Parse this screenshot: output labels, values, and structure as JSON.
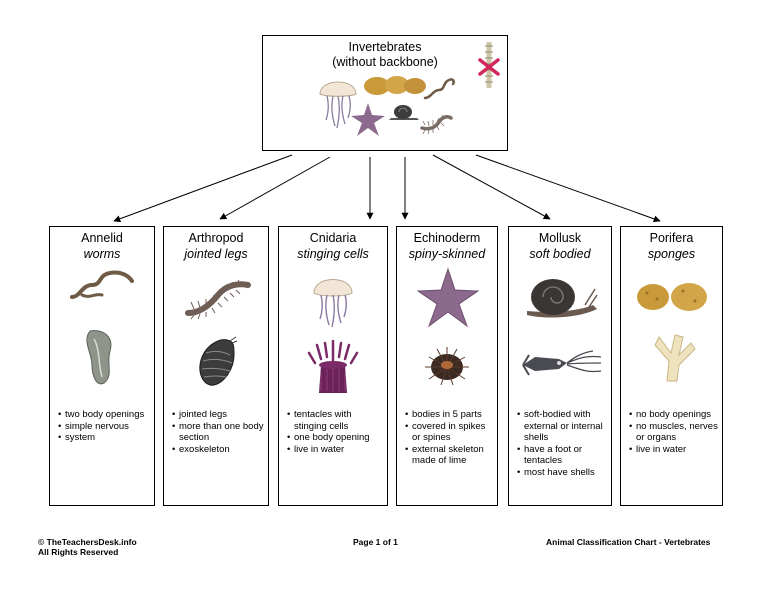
{
  "top": {
    "title_line1": "Invertebrates",
    "title_line2": "(without backbone)"
  },
  "categories": [
    {
      "name": "Annelid",
      "desc": "worms",
      "facts": [
        "two body openings",
        "simple nervous",
        "system"
      ]
    },
    {
      "name": "Arthropod",
      "desc": "jointed legs",
      "facts": [
        "jointed legs",
        "more than one body section",
        "exoskeleton"
      ]
    },
    {
      "name": "Cnidaria",
      "desc": "stinging cells",
      "facts": [
        "tentacles with stinging cells",
        "one body opening",
        "live in water"
      ]
    },
    {
      "name": "Echinoderm",
      "desc": "spiny-skinned",
      "facts": [
        "bodies in 5 parts",
        "covered in spikes or spines",
        "external skeleton  made of lime"
      ]
    },
    {
      "name": "Mollusk",
      "desc": "soft bodied",
      "facts": [
        "soft-bodied with external or internal  shells",
        "have a foot or tentacles",
        "most have shells"
      ]
    },
    {
      "name": "Porifera",
      "desc": "sponges",
      "facts": [
        "no body openings",
        "no muscles, nerves or organs",
        "live in water"
      ]
    }
  ],
  "footer": {
    "copyright": "© TheTeachersDesk.info",
    "rights": "All Rights Reserved",
    "page": "Page 1 of 1",
    "doc_title": "Animal Classification Chart - Vertebrates"
  },
  "icons": {
    "top": [
      "jellyfish-icon",
      "sponge-icon",
      "worm-icon",
      "no-backbone-icon",
      "starfish-icon",
      "snail-icon",
      "centipede-icon"
    ],
    "cat_pictures": [
      [
        "worm-icon",
        "leech-icon"
      ],
      [
        "centipede-icon",
        "pill-bug-icon"
      ],
      [
        "jellyfish-icon",
        "sea-anemone-icon"
      ],
      [
        "starfish-icon",
        "sea-urchin-icon"
      ],
      [
        "snail-icon",
        "squid-icon"
      ],
      [
        "sponge-icon",
        "sponge-branch-icon"
      ]
    ]
  },
  "colors": {
    "starfish": "#8c6a8e",
    "sponge": "#c99a3a",
    "jellyfish": "#f2e7d7",
    "anemone": "#7a2a66",
    "worm": "#6e5a45"
  }
}
